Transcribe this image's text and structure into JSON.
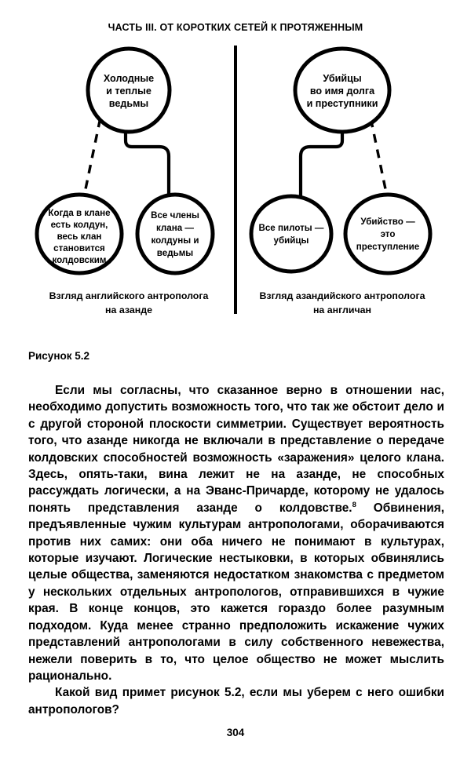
{
  "running_head": "ЧАСТЬ III. ОТ КОРОТКИХ СЕТЕЙ К ПРОТЯЖЕННЫМ",
  "figure": {
    "number_label": "Рисунок 5.2",
    "left_panel": {
      "top_circle": {
        "lines": [
          "Холодные",
          "и теплые",
          "ведьмы"
        ]
      },
      "bottom_circles": [
        {
          "lines": [
            "Когда в клане",
            "есть колдун,",
            "весь клан",
            "становится",
            "колдовским"
          ],
          "arrow_style": "dashed"
        },
        {
          "lines": [
            "Все члены",
            "клана —",
            "колдуны и",
            "ведьмы"
          ],
          "arrow_style": "solid"
        }
      ],
      "caption": [
        "Взгляд английского антрополога",
        "на азанде"
      ]
    },
    "right_panel": {
      "top_circle": {
        "lines": [
          "Убийцы",
          "во имя долга",
          "и преступники"
        ]
      },
      "bottom_circles": [
        {
          "lines": [
            "Все пилоты —",
            "убийцы"
          ],
          "arrow_style": "solid"
        },
        {
          "lines": [
            "Убийство —",
            "это",
            "преступление"
          ],
          "arrow_style": "dashed"
        }
      ],
      "caption": [
        "Взгляд азандийского антрополога",
        "на англичан"
      ]
    },
    "divider": "vertical-rule",
    "stroke_color": "#000000",
    "fill_color": "#ffffff"
  },
  "body": {
    "paragraph_1_part_a": "Если мы согласны, что сказанное верно в отношении нас, необходимо допустить возможность того, что так же обстоит дело и с другой стороной плоскости симметрии. Существует вероятность того, что азанде никогда не включали в представление о передаче колдовских способностей возможность «заражения» целого клана. Здесь, опять-таки, вина лежит не на азанде, не способных рассуждать логически, а на Эванс-Причарде, которому не удалось понять представления азанде о колдовстве.",
    "footnote_marker": "8",
    "paragraph_1_part_b": " Обвинения, предъявленные чужим культурам антропологами, оборачиваются против них самих: они оба ничего не понимают в культурах, которые изучают. Логические нестыковки, в которых обвинялись целые общества, заменяются недостатком знакомства с предметом у нескольких отдельных антропологов, отправившихся в чужие края. В конце концов, это кажется гораздо более разумным подходом. Куда менее странно предположить искажение чужих представлений антропологами в силу собственного невежества, нежели поверить в то, что целое общество не может мыслить рационально.",
    "paragraph_2": "Какой вид примет рисунок 5.2, если мы уберем с него ошибки антропологов?"
  },
  "page_number": "304"
}
